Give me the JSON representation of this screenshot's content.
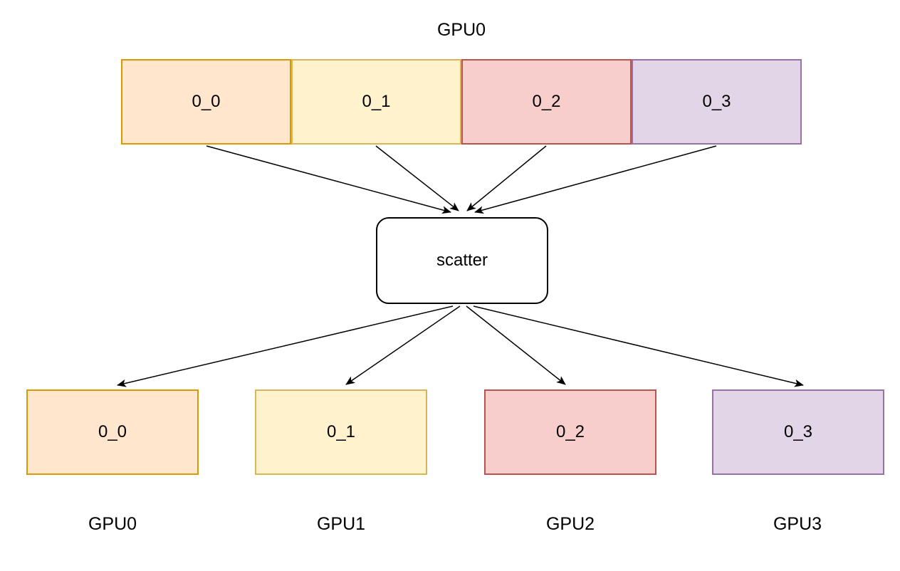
{
  "diagram": {
    "top_label": "GPU0",
    "source_chunks": [
      {
        "label": "0_0",
        "color": "peach"
      },
      {
        "label": "0_1",
        "color": "yellow"
      },
      {
        "label": "0_2",
        "color": "pink"
      },
      {
        "label": "0_3",
        "color": "purple"
      }
    ],
    "operation_label": "scatter",
    "targets": [
      {
        "chunk_label": "0_0",
        "gpu_label": "GPU0",
        "color": "peach"
      },
      {
        "chunk_label": "0_1",
        "gpu_label": "GPU1",
        "color": "yellow"
      },
      {
        "chunk_label": "0_2",
        "gpu_label": "GPU2",
        "color": "pink"
      },
      {
        "chunk_label": "0_3",
        "gpu_label": "GPU3",
        "color": "purple"
      }
    ],
    "palette": {
      "peach_fill": "#FFE6CC",
      "peach_stroke": "#D79B00",
      "yellow_fill": "#FFF2CC",
      "yellow_stroke": "#D6B656",
      "pink_fill": "#F8CECC",
      "pink_stroke": "#B85450",
      "purple_fill": "#E1D5E7",
      "purple_stroke": "#9673A6",
      "node_fill": "#FFFFFF",
      "node_stroke": "#000000",
      "arrow_color": "#000000",
      "text_color": "#000000",
      "background": "#FFFFFF"
    }
  }
}
